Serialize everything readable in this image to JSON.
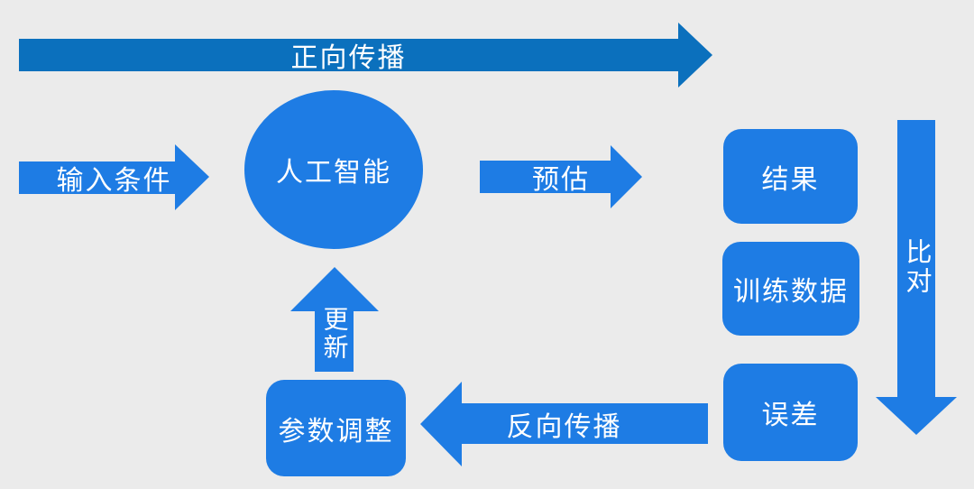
{
  "colors": {
    "background": "#ebebeb",
    "primary": "#1e7ce4",
    "dark_arrow": "#0b70bd",
    "label_text": "#ffffff"
  },
  "diagram": {
    "forward_arrow": {
      "label": "正向传播"
    },
    "input_arrow": {
      "label": "输入条件"
    },
    "ai_node": {
      "label": "人工智能"
    },
    "predict_arrow": {
      "label": "预估"
    },
    "result_box": {
      "label": "结果"
    },
    "training_data_box": {
      "label": "训练数据"
    },
    "error_box": {
      "label": "误差"
    },
    "compare_arrow": {
      "label": "比对"
    },
    "backward_arrow": {
      "label": "反向传播"
    },
    "param_adjust_box": {
      "label": "参数调整"
    },
    "update_arrow": {
      "label": "更新"
    }
  }
}
